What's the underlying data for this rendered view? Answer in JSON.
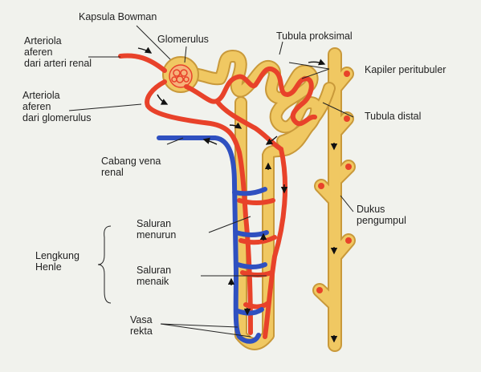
{
  "labels": {
    "kapsula_bowman": "Kapsula Bowman",
    "glomerulus": "Glomerulus",
    "tubula_proksimal": "Tubula proksimal",
    "arteriola_aferen_renal": "Arteriola\naferen\ndari arteri renal",
    "kapiler_peritubuler": "Kapiler peritubuler",
    "arteriola_aferen_glomerulus": "Arteriola\naferen\ndari glomerulus",
    "tubula_distal": "Tubula distal",
    "cabang_vena_renal": "Cabang vena\nrenal",
    "dukus_pengumpul": "Dukus\npengumpul",
    "saluran_menurun": "Saluran\nmenurun",
    "lengkung_henle": "Lengkung\nHenle",
    "saluran_menaik": "Saluran\nmenaik",
    "vasa_rekta": "Vasa\nrekta"
  },
  "colors": {
    "artery": "#e8422a",
    "vein": "#2f50c0",
    "tubule": "#f0c862",
    "tubule_edge": "#c9993a",
    "background": "#f1f2ed"
  }
}
